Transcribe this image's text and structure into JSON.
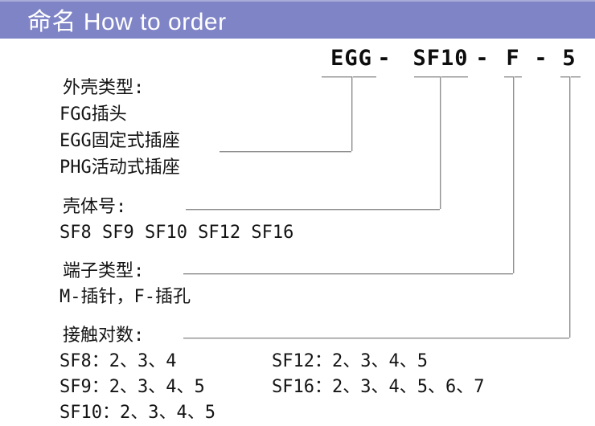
{
  "header": {
    "title": "命名 How to order"
  },
  "part_number": {
    "segments": [
      "EGG",
      "SF10",
      "F",
      "5"
    ],
    "separator": "-"
  },
  "sections": {
    "shell_type": {
      "label": "外壳类型:",
      "options": [
        "FGG插头",
        "EGG固定式插座",
        "PHG活动式插座"
      ]
    },
    "shell_size": {
      "label": "壳体号:",
      "values": "SF8 SF9 SF10 SF12 SF16"
    },
    "terminal_type": {
      "label": "端子类型:",
      "values": "M-插针，F-插孔"
    },
    "contact_pairs": {
      "label": "接触对数:",
      "left_column": [
        "SF8：2、3、4",
        "SF9：2、3、4、5",
        "SF10：2、3、4、5"
      ],
      "right_column": [
        "SF12：2、3、4、5",
        "SF16：2、3、4、5、6、7"
      ]
    }
  },
  "colors": {
    "header_bg": "#7f84c6",
    "header_text": "#ffffff",
    "body_text": "#141414",
    "leader_line": "#8f8f8f",
    "background": "#ffffff"
  }
}
